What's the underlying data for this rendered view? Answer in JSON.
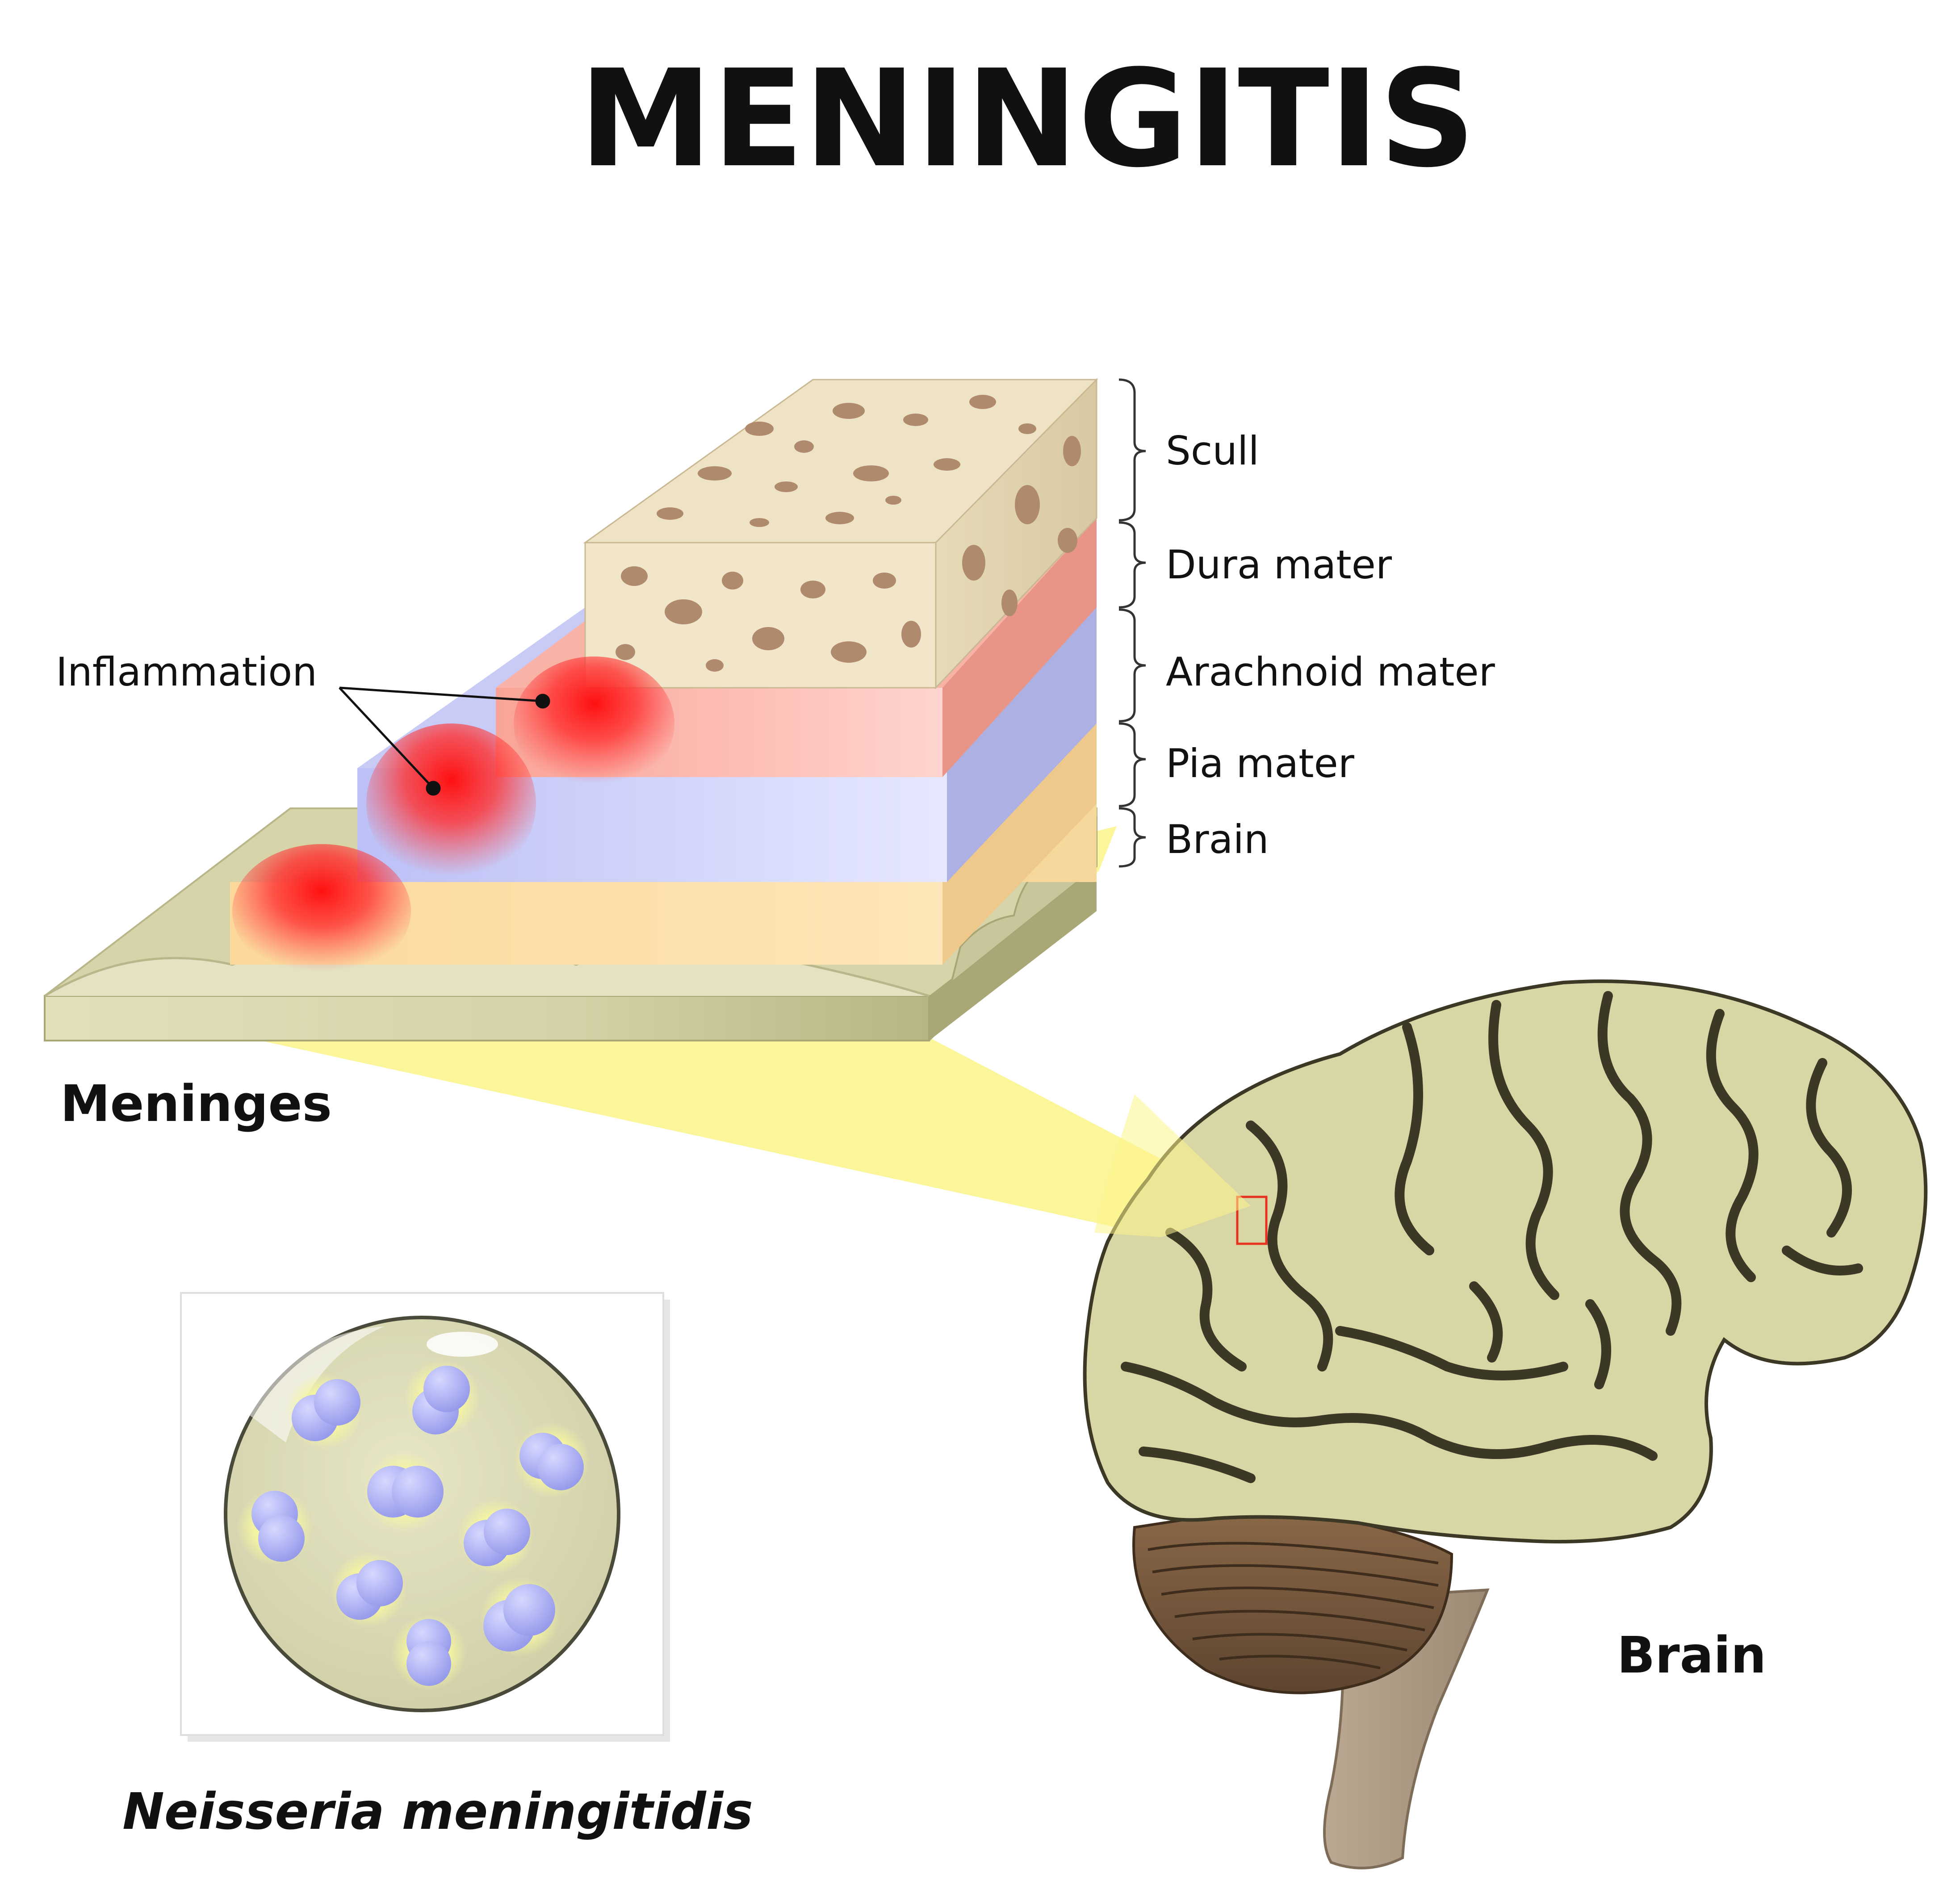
{
  "title": "MENINGITIS",
  "layers": {
    "skull": "Scull",
    "dura": "Dura mater",
    "arachnoid": "Arachnoid mater",
    "pia": "Pia mater",
    "brain": "Brain"
  },
  "annotations": {
    "inflammation": "Inflammation"
  },
  "captions": {
    "meninges": "Meninges",
    "brain": "Brain",
    "bacteria": "Neisseria meningitidis"
  },
  "colors": {
    "skull": "#efe3c6",
    "skull_pore": "#b08a6c",
    "dura": "#f9a99a",
    "arachnoid": "#c2c6f6",
    "pia": "#fcdca4",
    "brain_tissue": "#d9d6a6",
    "brain_dark": "#3c3826",
    "cerebellum": "#7a5a3c",
    "stem": "#ad9b86",
    "inflammation": "#ff1c1c",
    "highlight": "#fbf48a",
    "bacteria": "#a7acf2"
  }
}
